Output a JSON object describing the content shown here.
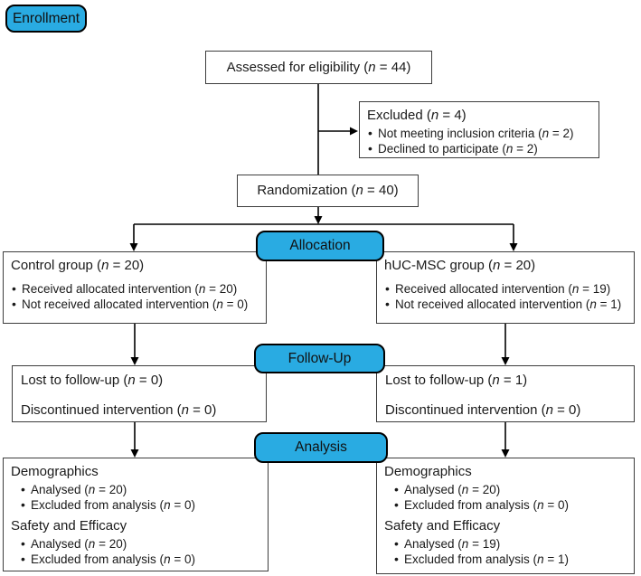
{
  "diagram": {
    "badges": {
      "enrollment": "Enrollment",
      "allocation": "Allocation",
      "followup": "Follow-Up",
      "analysis": "Analysis"
    },
    "boxes": {
      "assessed": {
        "title": "Assessed for eligibility (n = 44)"
      },
      "excluded": {
        "title": "Excluded (n = 4)",
        "bullets": [
          "Not meeting inclusion criteria (n = 2)",
          "Declined to participate (n = 2)"
        ]
      },
      "randomization": {
        "title": "Randomization (n = 40)"
      },
      "control_group": {
        "title": "Control group (n = 20)",
        "bullets": [
          "Received allocated intervention (n = 20)",
          "Not received allocated intervention (n = 0)"
        ]
      },
      "huc_msc_group": {
        "title": "hUC-MSC group (n = 20)",
        "bullets": [
          "Received allocated intervention (n = 19)",
          "Not received allocated intervention (n = 1)"
        ]
      },
      "followup_left": {
        "lines": [
          "Lost to follow-up (n = 0)",
          "Discontinued intervention (n = 0)"
        ]
      },
      "followup_right": {
        "lines": [
          "Lost to follow-up (n = 1)",
          "Discontinued intervention (n = 0)"
        ]
      },
      "analysis_left": {
        "sections": [
          {
            "header": "Demographics",
            "bullets": [
              "Analysed (n = 20)",
              "Excluded from analysis (n = 0)"
            ]
          },
          {
            "header": "Safety and Efficacy",
            "bullets": [
              "Analysed (n = 20)",
              "Excluded from analysis (n = 0)"
            ]
          }
        ]
      },
      "analysis_right": {
        "sections": [
          {
            "header": "Demographics",
            "bullets": [
              "Analysed (n = 20)",
              "Excluded from analysis (n = 0)"
            ]
          },
          {
            "header": "Safety and Efficacy",
            "bullets": [
              "Analysed (n = 19)",
              "Excluded from analysis (n = 1)"
            ]
          }
        ]
      }
    },
    "colors": {
      "badge_blue": "#29ABE2",
      "box_border": "#3d3d3d",
      "arrow_black": "#000000"
    }
  }
}
